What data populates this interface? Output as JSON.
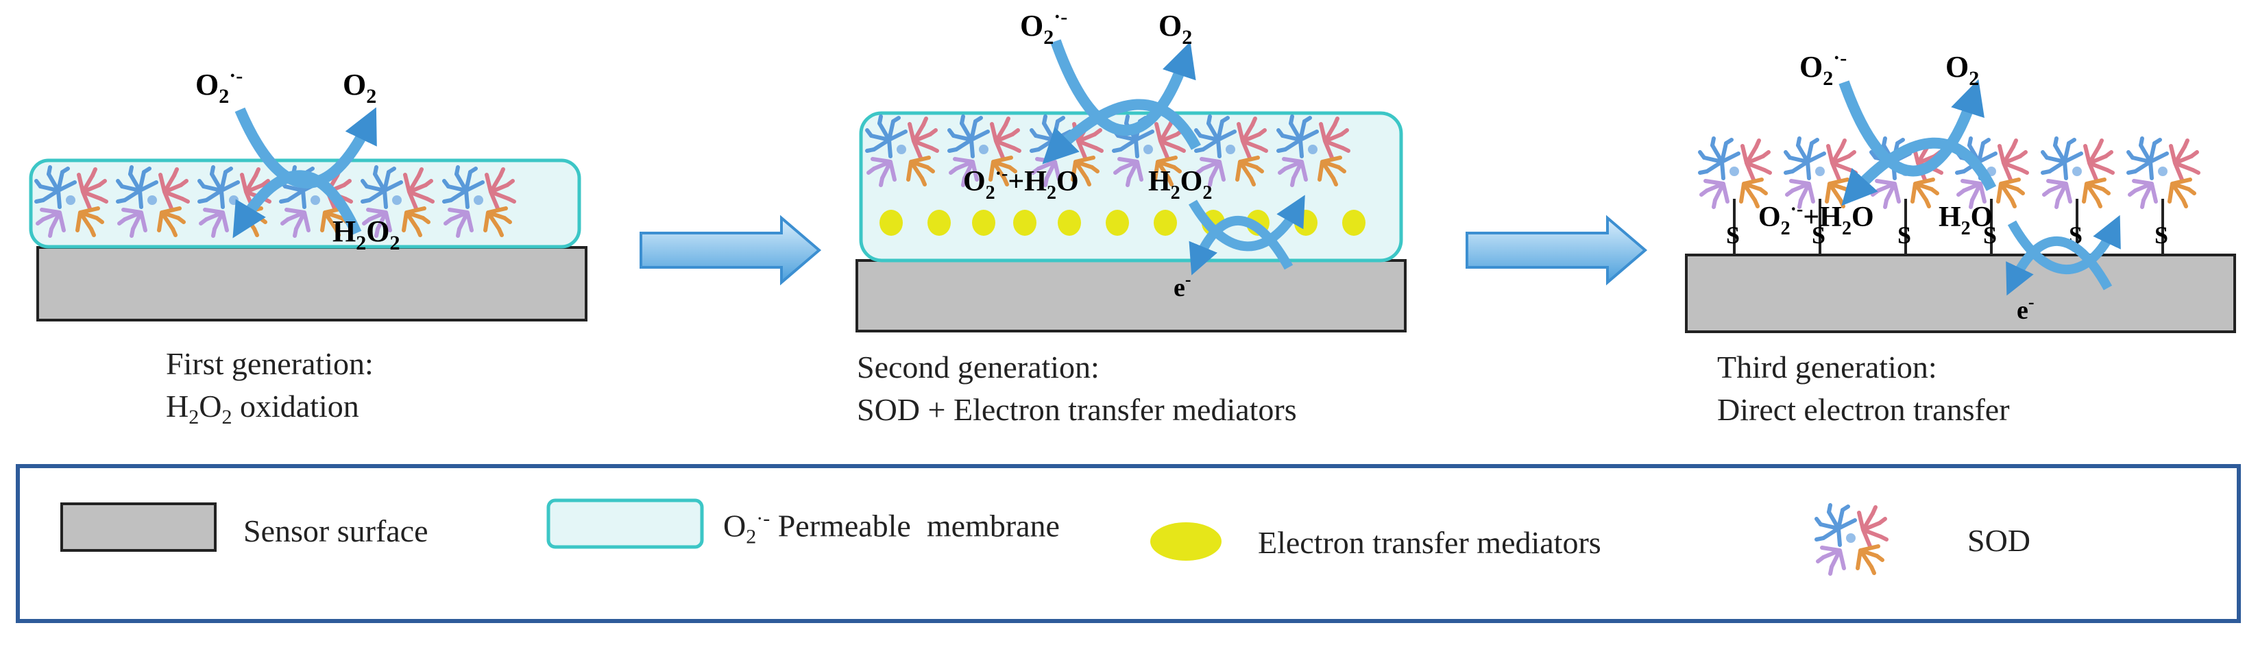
{
  "panels": [
    {
      "id": "first",
      "caption_line1": "First generation:",
      "caption_line2_parts": [
        "H",
        "2",
        "O",
        "2",
        " oxidation"
      ],
      "superoxide_base": "O",
      "superoxide_sub": "2",
      "superoxide_sup": "·-",
      "oxygen_base": "O",
      "oxygen_sub": "2",
      "product": [
        "H",
        "2",
        "O",
        "2"
      ]
    },
    {
      "id": "second",
      "caption_line1": "Second generation:",
      "caption_line2": "SOD + Electron transfer mediators",
      "superoxide_base": "O",
      "superoxide_sub": "2",
      "superoxide_sup": "·-",
      "oxygen_base": "O",
      "oxygen_sub": "2",
      "reactant_parts": [
        "O",
        "2",
        "·-",
        "+H",
        "2",
        "O"
      ],
      "product": [
        "H",
        "2",
        "O",
        "2"
      ],
      "electron": "e",
      "electron_sup": "-"
    },
    {
      "id": "third",
      "caption_line1": "Third generation:",
      "caption_line2": "Direct electron transfer",
      "superoxide_base": "O",
      "superoxide_sub": "2",
      "superoxide_sup": "·-",
      "oxygen_base": "O",
      "oxygen_sub": "2",
      "reactant_parts": [
        "O",
        "2",
        "·-",
        "+H",
        "2",
        "O"
      ],
      "product": [
        "H",
        "2",
        "O"
      ],
      "linker": "S",
      "electron": "e",
      "electron_sup": "-"
    }
  ],
  "legend": {
    "sensor_surface": "Sensor surface",
    "membrane_parts": [
      "O",
      "2",
      "·-",
      " Permeable  membrane"
    ],
    "mediators": "Electron transfer mediators",
    "sod": "SOD"
  },
  "colors": {
    "sensor_fill": "#c0c0c0",
    "membrane_stroke": "#3cc6c6",
    "membrane_fill": "#e4f6f7",
    "mediator": "#e6e619",
    "arrow": "#5aa9df",
    "legend_border": "#2e5b9a",
    "sod_blue": "#4a8fd6",
    "sod_pink": "#d96b7f",
    "sod_orange": "#e08a2e",
    "sod_violet": "#b48cd8"
  }
}
